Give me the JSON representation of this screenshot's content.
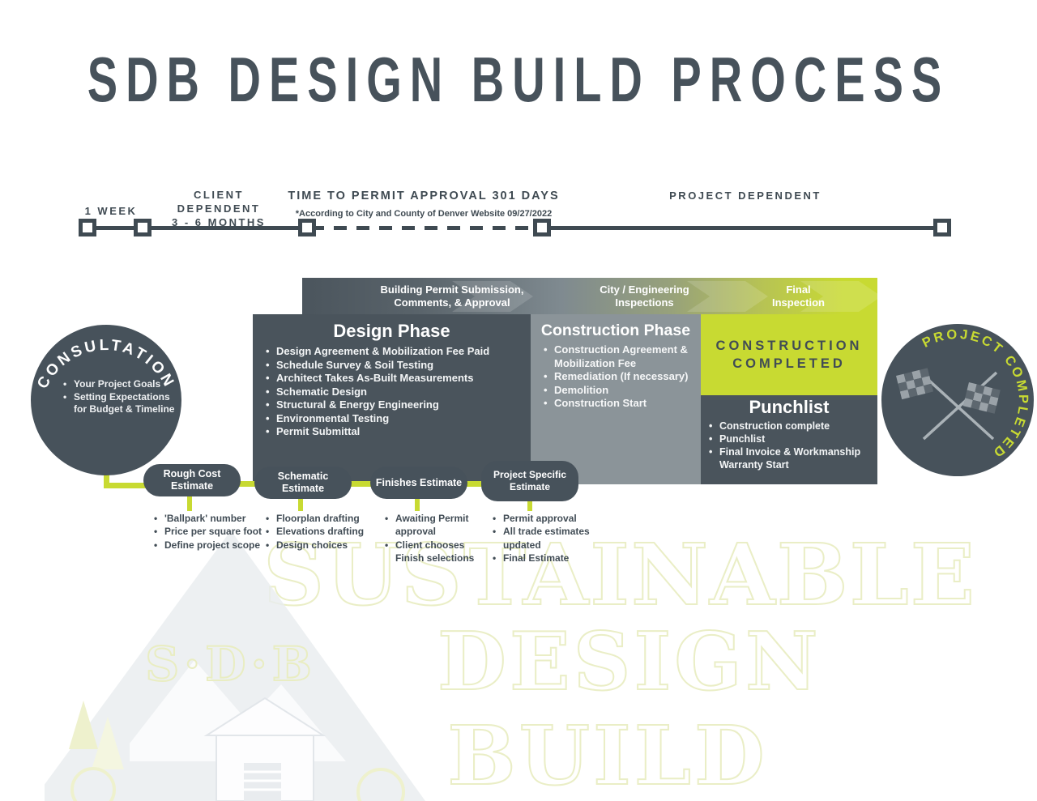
{
  "title": "SDB DESIGN BUILD PROCESS",
  "colors": {
    "dark_slate": "#47525b",
    "mid_gray": "#8b9499",
    "accent_green": "#c8da32",
    "watermark_green": "#eaeec6"
  },
  "timeline": {
    "week_label": "1 WEEK",
    "client_dependent_line1": "CLIENT DEPENDENT",
    "client_dependent_line2": "3 - 6 MONTHS",
    "permit_title": "TIME TO PERMIT APPROVAL 301 DAYS",
    "permit_subtitle": "*According to City and County of Denver Website 09/27/2022",
    "project_dependent": "PROJECT DEPENDENT"
  },
  "process_bar": {
    "steps": [
      {
        "line1": "Building Permit Submission,",
        "line2": "Comments, & Approval"
      },
      {
        "line1": "City / Engineering",
        "line2": "Inspections"
      },
      {
        "line1": "Final",
        "line2": "Inspection"
      }
    ]
  },
  "consultation": {
    "title": "CONSULTATION",
    "bullets": [
      "Your Project Goals",
      "Setting Expectations for Budget & Timeline"
    ]
  },
  "design_phase": {
    "title": "Design Phase",
    "bullets": [
      "Design Agreement & Mobilization Fee Paid",
      "Schedule Survey & Soil Testing",
      "Architect Takes As-Built Measurements",
      "Schematic Design",
      "Structural & Energy Engineering",
      "Environmental Testing",
      "Permit Submittal"
    ]
  },
  "construction_phase": {
    "title": "Construction Phase",
    "bullets": [
      "Construction Agreement & Mobilization Fee",
      "Remediation (If necessary)",
      "Demolition",
      "Construction Start"
    ]
  },
  "construction_completed": {
    "line1": "CONSTRUCTION",
    "line2": "COMPLETED"
  },
  "punchlist": {
    "title": "Punchlist",
    "bullets": [
      "Construction complete",
      "Punchlist",
      "Final Invoice & Workmanship Warranty Start"
    ]
  },
  "project_completed": {
    "title": "PROJECT COMPLETED"
  },
  "estimates": [
    {
      "label": "Rough Cost Estimate",
      "bullets": [
        "'Ballpark' number",
        "Price per square foot",
        "Define project scope"
      ]
    },
    {
      "label": "Schematic Estimate",
      "bullets": [
        "Floorplan drafting",
        "Elevations drafting",
        "Design choices"
      ]
    },
    {
      "label": "Finishes Estimate",
      "bullets": [
        "Awaiting Permit approval",
        "Client chooses Finish selections"
      ]
    },
    {
      "label": "Project Specific Estimate",
      "bullets": [
        "Permit approval",
        "All trade estimates updated",
        "Final Estimate"
      ]
    }
  ],
  "watermark": {
    "lines": [
      "SUSTAINABLE",
      "DESIGN",
      "BUILD"
    ],
    "logo_text": "S·D·B"
  }
}
